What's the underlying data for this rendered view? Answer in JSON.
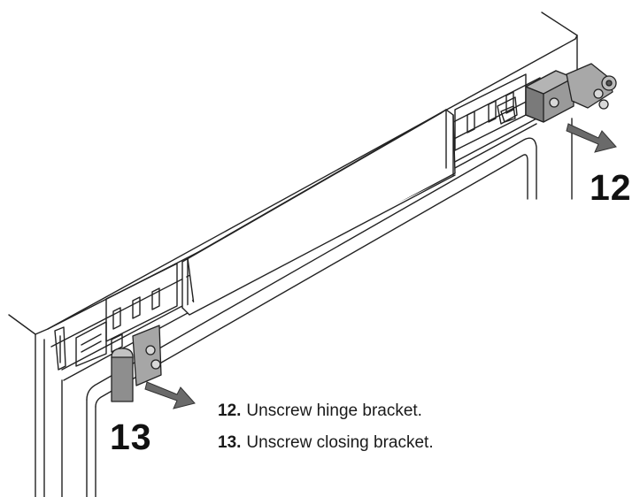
{
  "callouts": {
    "step_a": "12",
    "step_b": "13"
  },
  "instructions": [
    {
      "number": "12.",
      "text": "Unscrew hinge bracket."
    },
    {
      "number": "13.",
      "text": "Unscrew closing bracket."
    }
  ],
  "colors": {
    "line": "#222222",
    "bracket": "#9a9a9a",
    "bracket_dark": "#6d6d6d",
    "arrow": "#6a6a6a"
  },
  "icons": [
    "hinge-bracket-icon",
    "closing-bracket-icon",
    "screw-icon",
    "removal-arrow-icon"
  ]
}
